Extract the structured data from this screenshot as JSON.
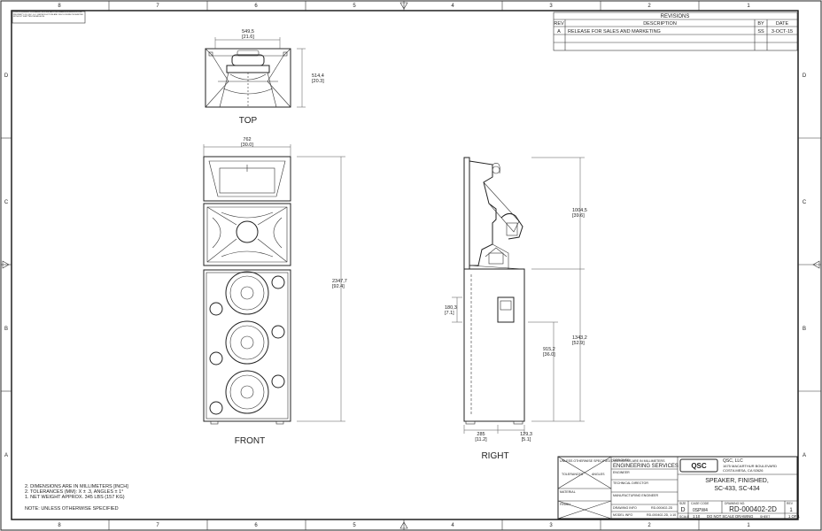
{
  "frame": {
    "cols_top": [
      "8",
      "7",
      "6",
      "5",
      "4",
      "3",
      "2",
      "1"
    ],
    "cols_bottom": [
      "8",
      "7",
      "6",
      "5",
      "4",
      "3",
      "2",
      "1"
    ],
    "rows_left": [
      "D",
      "C",
      "B",
      "A"
    ],
    "rows_right": [
      "D",
      "C",
      "B",
      "A"
    ]
  },
  "proprietary_note": "THIS DOCUMENT CONTAINS PROPRIETARY INFORMATION WHICH IS THE PROPERTY OF QSC, LLC. REPRODUCTION AND DISCLOSURE PROHIBITED WITHOUT WRITTEN PERMISSION.",
  "revisions": {
    "title": "REVISIONS",
    "headers": [
      "REV",
      "DESCRIPTION",
      "BY",
      "DATE"
    ],
    "rows": [
      {
        "rev": "A",
        "description": "RELEASE FOR SALES AND MARKETING",
        "by": "SS",
        "date": "3-OCT-15"
      }
    ]
  },
  "views": {
    "top": "TOP",
    "front": "FRONT",
    "right": "RIGHT"
  },
  "dimensions": {
    "top_width": "549,5",
    "top_width_in": "[21.6]",
    "top_depth": "514,4",
    "top_depth_in": "[20.3]",
    "front_width": "762",
    "front_width_in": "[30.0]",
    "front_height": "2347,7",
    "front_height_in": "[92.4]",
    "right_upper": "1004,5",
    "right_upper_in": "[39.6]",
    "right_lower": "1343,2",
    "right_lower_in": "[52.9]",
    "right_panel": "180,3",
    "right_panel_in": "[7.1]",
    "right_panel_height": "915,2",
    "right_panel_height_in": "[36.0]",
    "right_base": "285",
    "right_base_in": "[11.2]",
    "right_offset": "129,3",
    "right_offset_in": "[5.1]"
  },
  "notes": {
    "n2": "2. DIMENSIONS ARE IN MILLIMETERS [INCH]",
    "n3": "2. TOLERANCES (MM): X ± .3, ANGLES ± 1°",
    "n1": "1. NET WEIGHT APPROX. 345 LBS (157 KG)",
    "header": "NOTE: UNLESS OTHERWISE SPECIFIED"
  },
  "title_block": {
    "designer_label": "DESIGNER",
    "designer": "ENGINEERING SERVICES",
    "engineer_label": "ENGINEER",
    "tech_director_label": "TECHNICAL DIRECTOR",
    "mfg_engineer_label": "MANUFACTURING ENGINEER",
    "drawing_no_label": "DRAWING INFO",
    "model_no_label": "MODEL INFO",
    "material_label": "MATERIAL",
    "finish_label": "FINISH",
    "unless_note": "UNLESS OTHERWISE SPECIFIED DIMENSIONS ARE IN MILLIMETERS",
    "tolerances_label": "TOLERANCES",
    "angles_label": "ANGLES",
    "do_not_scale_label": "DO NOT SCALE DRAWING",
    "company_logo": "QSC",
    "company_name": "QSC, LLC",
    "company_address1": "1675 MACARTHUR BOULEVARD",
    "company_address2": "COSTA MESA, CA  92626",
    "title_line1": "SPEAKER, FINISHED,",
    "title_line2": "SC-433, SC-434",
    "size_label": "SIZE",
    "size": "D",
    "cage_label": "CAGE CODE",
    "cage": "0SPW4",
    "drawing_number_label": "DRAWING NO.",
    "drawing_number": "RD-000402-2D",
    "rev_label": "REV",
    "rev": "1",
    "scale_label": "SCALE",
    "scale": "1:10",
    "sheet_label": "SHEET",
    "sheet": "1 OF 1",
    "drawing_info_value": "RD-000402-2D",
    "model_info_value": "RD-000402-2D, 1:10"
  }
}
